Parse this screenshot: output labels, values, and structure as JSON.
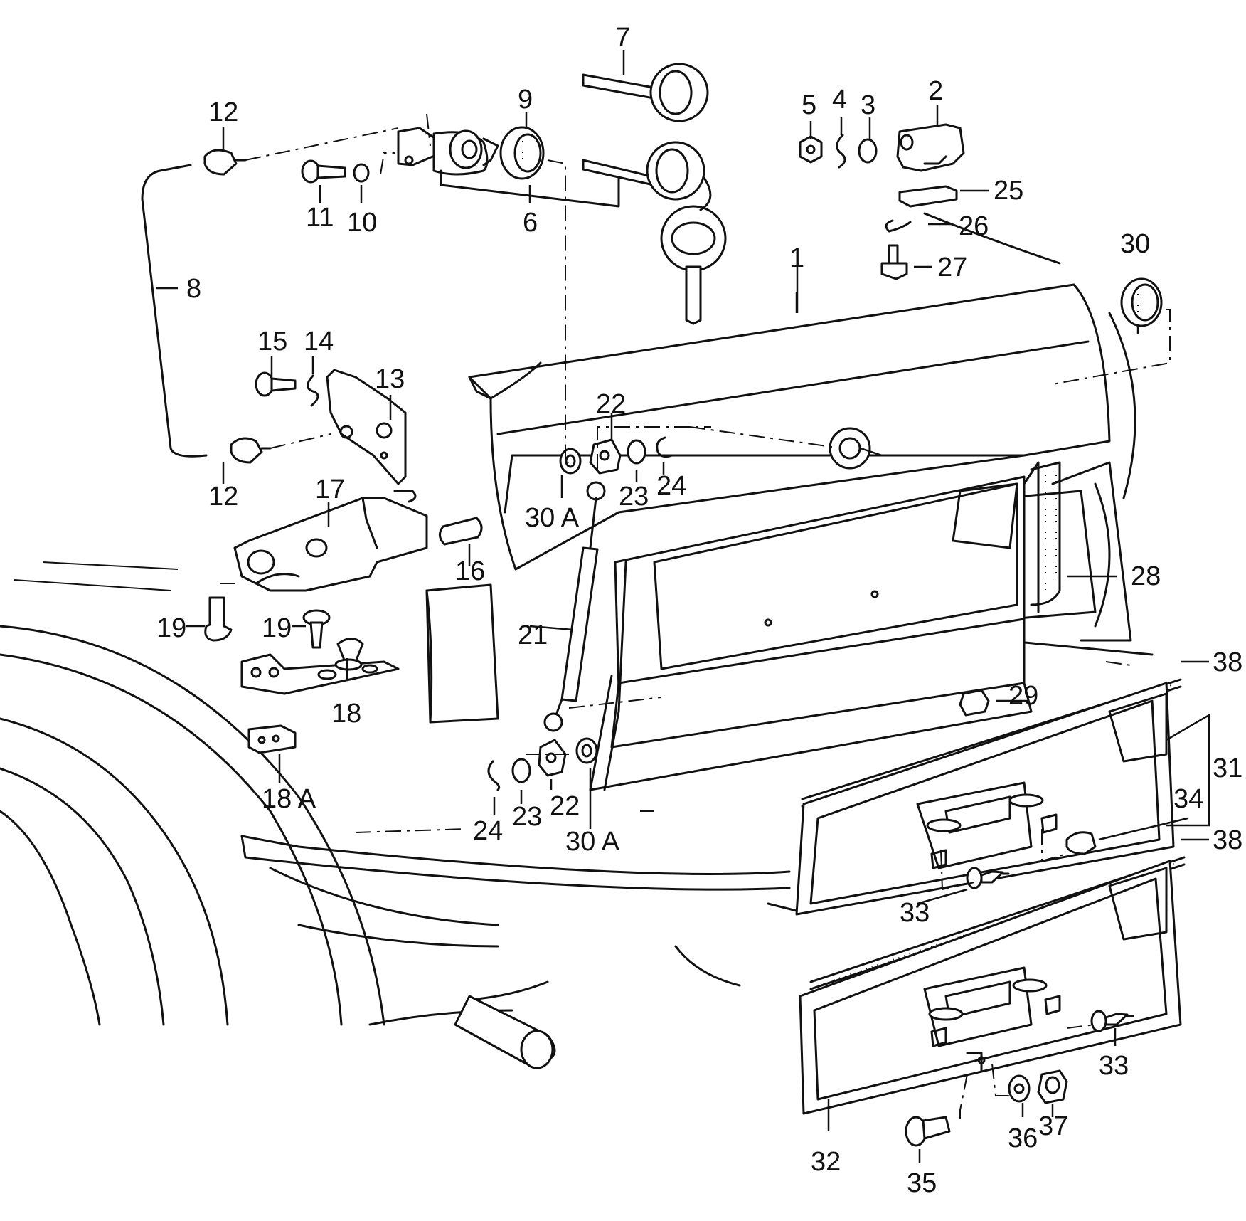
{
  "callouts": [
    {
      "id": "c1",
      "text": "1"
    },
    {
      "id": "c2",
      "text": "2"
    },
    {
      "id": "c3",
      "text": "3"
    },
    {
      "id": "c4",
      "text": "4"
    },
    {
      "id": "c5",
      "text": "5"
    },
    {
      "id": "c6",
      "text": "6"
    },
    {
      "id": "c7",
      "text": "7"
    },
    {
      "id": "c8",
      "text": "8"
    },
    {
      "id": "c9",
      "text": "9"
    },
    {
      "id": "c10",
      "text": "10"
    },
    {
      "id": "c11",
      "text": "11"
    },
    {
      "id": "c12a",
      "text": "12"
    },
    {
      "id": "c12b",
      "text": "12"
    },
    {
      "id": "c13",
      "text": "13"
    },
    {
      "id": "c14",
      "text": "14"
    },
    {
      "id": "c15",
      "text": "15"
    },
    {
      "id": "c16",
      "text": "16"
    },
    {
      "id": "c17",
      "text": "17"
    },
    {
      "id": "c18",
      "text": "18"
    },
    {
      "id": "c18A",
      "text": "18 A"
    },
    {
      "id": "c19a",
      "text": "19"
    },
    {
      "id": "c19b",
      "text": "19"
    },
    {
      "id": "c21",
      "text": "21"
    },
    {
      "id": "c22a",
      "text": "22"
    },
    {
      "id": "c22b",
      "text": "22"
    },
    {
      "id": "c23a",
      "text": "23"
    },
    {
      "id": "c23b",
      "text": "23"
    },
    {
      "id": "c24a",
      "text": "24"
    },
    {
      "id": "c24b",
      "text": "24"
    },
    {
      "id": "c25",
      "text": "25"
    },
    {
      "id": "c26",
      "text": "26"
    },
    {
      "id": "c27",
      "text": "27"
    },
    {
      "id": "c28",
      "text": "28"
    },
    {
      "id": "c29",
      "text": "29"
    },
    {
      "id": "c30",
      "text": "30"
    },
    {
      "id": "c30Aa",
      "text": "30 A"
    },
    {
      "id": "c30Ab",
      "text": "30 A"
    },
    {
      "id": "c31",
      "text": "31"
    },
    {
      "id": "c32",
      "text": "32"
    },
    {
      "id": "c33a",
      "text": "33"
    },
    {
      "id": "c33b",
      "text": "33"
    },
    {
      "id": "c34",
      "text": "34"
    },
    {
      "id": "c35",
      "text": "35"
    },
    {
      "id": "c36",
      "text": "36"
    },
    {
      "id": "c37",
      "text": "37"
    },
    {
      "id": "c38a",
      "text": "38"
    },
    {
      "id": "c38b",
      "text": "38"
    }
  ]
}
